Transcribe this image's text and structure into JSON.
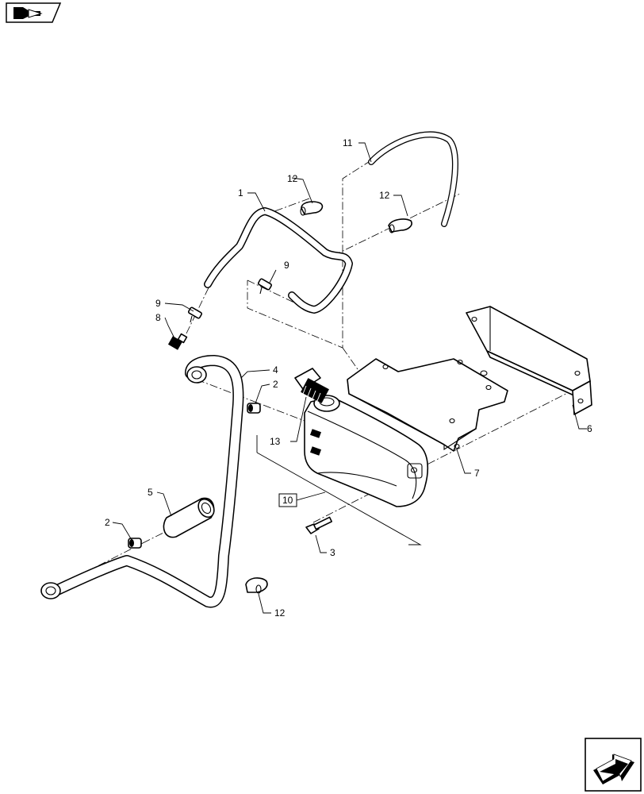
{
  "callouts": {
    "c1": "1",
    "c2a": "2",
    "c2b": "2",
    "c3": "3",
    "c4": "4",
    "c5": "5",
    "c6": "6",
    "c7": "7",
    "c8": "8",
    "c9a": "9",
    "c9b": "9",
    "c10": "10",
    "c11": "11",
    "c12a": "12",
    "c12b": "12",
    "c12c": "12",
    "c13": "13"
  },
  "icons": {
    "top_left": "book-arrow-icon",
    "bottom_right": "next-page-arrow-icon"
  }
}
